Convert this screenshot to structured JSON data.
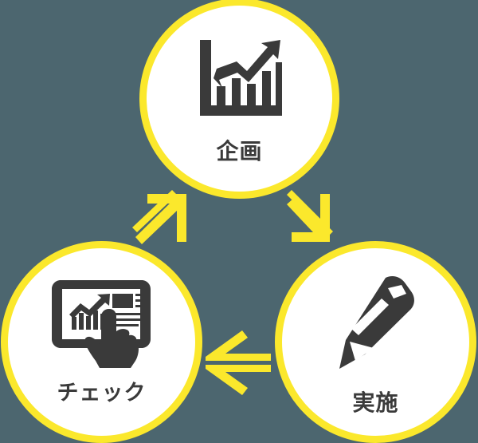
{
  "diagram": {
    "title": "PDCA cycle diagram",
    "type": "cycle",
    "background_color": "#4c666f",
    "accent_color": "#fbe82c",
    "circle_fill_color": "#ffffff",
    "icon_color": "#3a3a3a",
    "label_color": "#3a3a3a",
    "nodes": [
      {
        "id": "plan",
        "label": "企画",
        "icon": "bar-chart-growth-icon",
        "position": "top"
      },
      {
        "id": "do",
        "label": "実施",
        "icon": "pencil-icon",
        "position": "bottom-right"
      },
      {
        "id": "check",
        "label": "チェック",
        "icon": "tablet-analytics-touch-icon",
        "position": "bottom-left"
      }
    ],
    "arrows": [
      {
        "id": "plan-to-do",
        "from": "plan",
        "to": "do",
        "direction": "down-right",
        "style": "outlined-chevron"
      },
      {
        "id": "do-to-check",
        "from": "do",
        "to": "check",
        "direction": "left",
        "style": "outlined-chevron"
      },
      {
        "id": "check-to-plan",
        "from": "check",
        "to": "plan",
        "direction": "up-right",
        "style": "outlined-chevron"
      }
    ]
  }
}
